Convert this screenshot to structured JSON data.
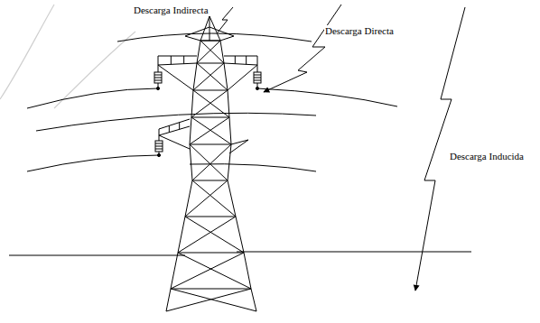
{
  "diagram": {
    "labels": [
      "Descarga Indirecta",
      "Descarga Directa",
      "Descarga Inducida"
    ]
  }
}
